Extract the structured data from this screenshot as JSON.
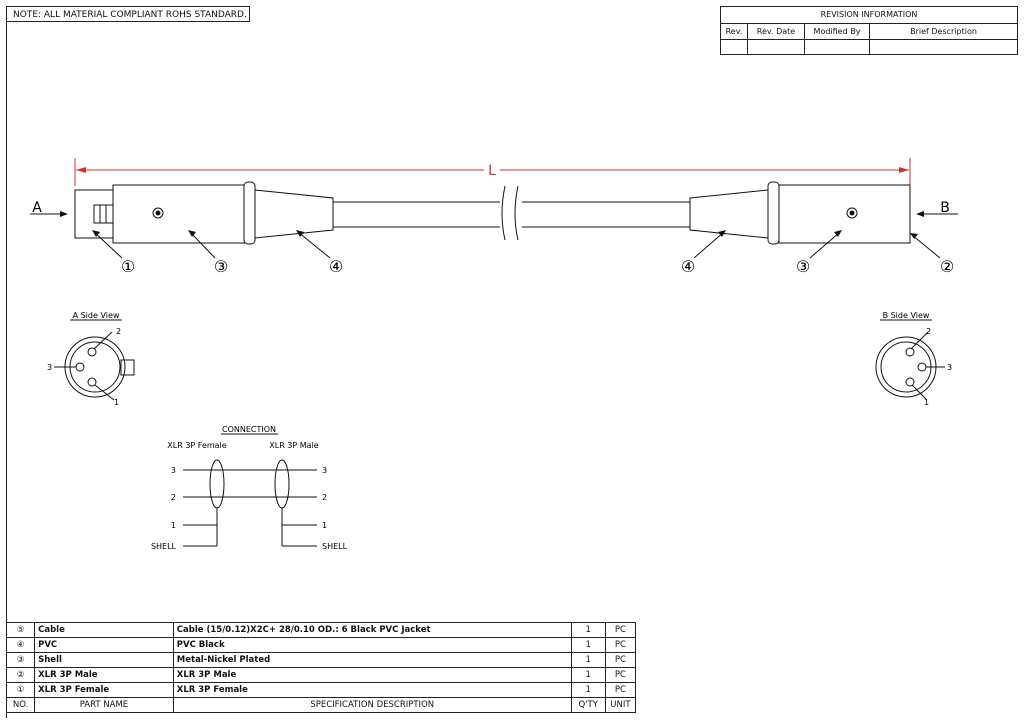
{
  "note": "NOTE: ALL MATERIAL COMPLIANT ROHS STANDARD.",
  "revision": {
    "title": "REVISION INFORMATION",
    "columns": [
      "Rev.",
      "Rev. Date",
      "Modified By",
      "Brief Description"
    ]
  },
  "drawing": {
    "length_label": "L",
    "end_a": "A",
    "end_b": "B",
    "callouts_left": [
      "①",
      "③",
      "④"
    ],
    "callouts_right": [
      "④",
      "③",
      "②"
    ],
    "side_view_a": "A Side View",
    "side_view_b": "B Side View",
    "pins": [
      "1",
      "2",
      "3"
    ]
  },
  "connection": {
    "title": "CONNECTION",
    "left_label": "XLR 3P Female",
    "right_label": "XLR 3P Male",
    "rows": [
      "3",
      "2",
      "1",
      "SHELL"
    ]
  },
  "bom": {
    "rows": [
      {
        "no": "⑤",
        "part": "Cable",
        "spec": "Cable (15/0.12)X2C+ 28/0.10 OD.: 6 Black PVC Jacket",
        "qty": "1",
        "unit": "PC"
      },
      {
        "no": "④",
        "part": "PVC",
        "spec": "PVC Black",
        "qty": "1",
        "unit": "PC"
      },
      {
        "no": "③",
        "part": "Shell",
        "spec": "Metal-Nickel Plated",
        "qty": "1",
        "unit": "PC"
      },
      {
        "no": "②",
        "part": "XLR 3P Male",
        "spec": "XLR 3P Male",
        "qty": "1",
        "unit": "PC"
      },
      {
        "no": "①",
        "part": "XLR 3P Female",
        "spec": "XLR 3P Female",
        "qty": "1",
        "unit": "PC"
      }
    ],
    "header": {
      "no": "NO.",
      "part": "PART NAME",
      "spec": "SPECIFICATION DESCRIPTION",
      "qty": "Q'TY",
      "unit": "UNIT"
    }
  }
}
